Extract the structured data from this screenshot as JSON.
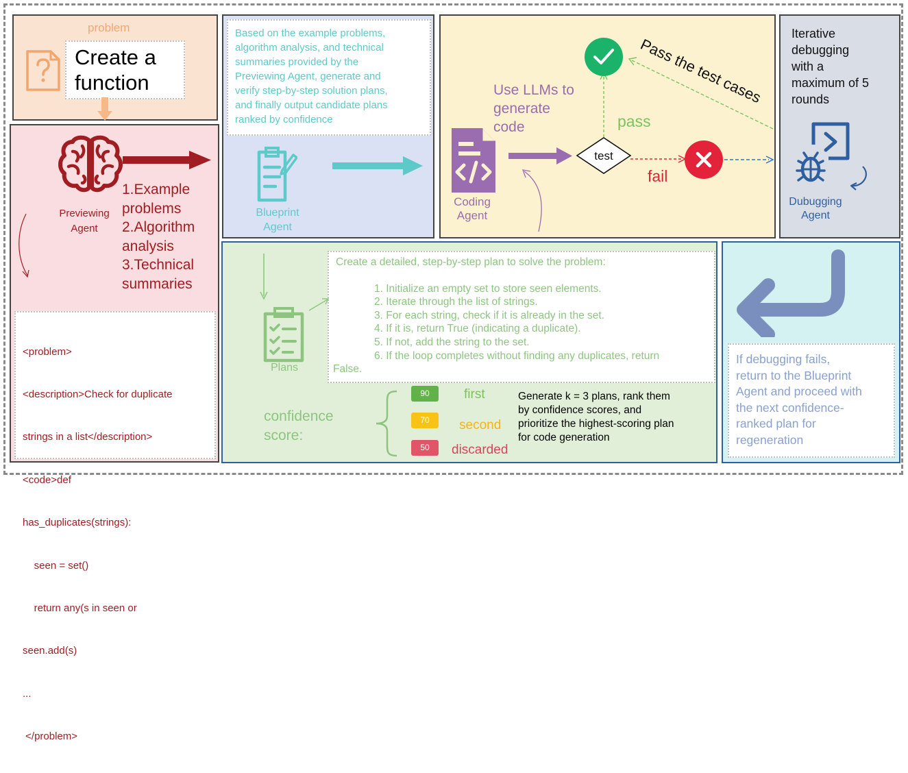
{
  "problem": {
    "label": "problem",
    "title_line1": "Create a",
    "title_line2": "function"
  },
  "previewing": {
    "agent_line1": "Previewing",
    "agent_line2": "Agent",
    "outputs": [
      "1.Example",
      "problems",
      "2.Algorithm",
      "analysis",
      "3.Technical",
      "summaries"
    ],
    "code_lines": [
      "<problem>",
      "<description>Check for duplicate",
      "strings in a list</description>",
      "<code>def",
      "has_duplicates(strings):",
      "    seen = set()",
      "    return any(s in seen or",
      "seen.add(s)",
      "...",
      " </problem>"
    ]
  },
  "blueprint": {
    "description_lines": [
      "Based on the example problems,",
      "algorithm analysis, and technical",
      "summaries provided by the",
      "Previewing Agent, generate and",
      "verify step-by-step solution plans,",
      "and finally output candidate plans",
      "ranked by confidence"
    ],
    "agent_line1": "Blueprint",
    "agent_line2": "Agent"
  },
  "coding": {
    "llm_lines": [
      "Use LLMs to",
      "generate",
      "code"
    ],
    "agent_line1": "Coding",
    "agent_line2": "Agent",
    "test_label": "test",
    "pass_label": "pass",
    "fail_label": "fail",
    "pass_test_cases": "Pass the test cases"
  },
  "debugging": {
    "description_lines": [
      "Iterative",
      "debugging",
      "with a",
      "maximum of 5",
      "rounds"
    ],
    "agent_line1": "Dubugging",
    "agent_line2": "Agent"
  },
  "plans": {
    "icon_label": "Plans",
    "plan_title": "Create a detailed, step-by-step plan to solve the problem:",
    "steps": [
      "1. Initialize an empty set to store seen elements.",
      "2. Iterate through the list of strings.",
      "3. For each string, check if it is already in the set.",
      "4. If it is, return True (indicating a duplicate).",
      "5. If not, add the string to the set.",
      "6. If the loop completes without finding any duplicates, return"
    ],
    "step_tail": "False.",
    "confidence_line1": "confidence",
    "confidence_line2": "score:",
    "scores": [
      {
        "value": "90",
        "label": "first",
        "color": "#62b24a",
        "text_color": "#7cc35f"
      },
      {
        "value": "70",
        "label": "second",
        "color": "#f7c316",
        "text_color": "#f3b516"
      },
      {
        "value": "50",
        "label": "discarded",
        "color": "#e05567",
        "text_color": "#d9445b"
      }
    ],
    "rank_note_lines": [
      "Generate k = 3 plans, rank them",
      "by confidence scores, and",
      "prioritize the highest-scoring plan",
      "for code generation"
    ]
  },
  "return": {
    "note_lines": [
      "If debugging fails,",
      "return to the Blueprint",
      "Agent and proceed with",
      "the next confidence-",
      "ranked plan for",
      "regeneration"
    ]
  },
  "colors": {
    "problem_bg": "#fbe3d2",
    "previewing_bg": "#f9dde0",
    "blueprint_bg": "#dbe1f5",
    "coding_bg": "#fdf2cf",
    "debugging_bg": "#d9dde6",
    "plans_bg": "#e2efd8",
    "return_bg": "#d5f2f2",
    "maroon": "#a01d22",
    "teal": "#5ec9c9",
    "purple": "#9a6cb0",
    "green": "#7cc35f",
    "red": "#d92737",
    "blue_gray": "#7a8fbd"
  }
}
